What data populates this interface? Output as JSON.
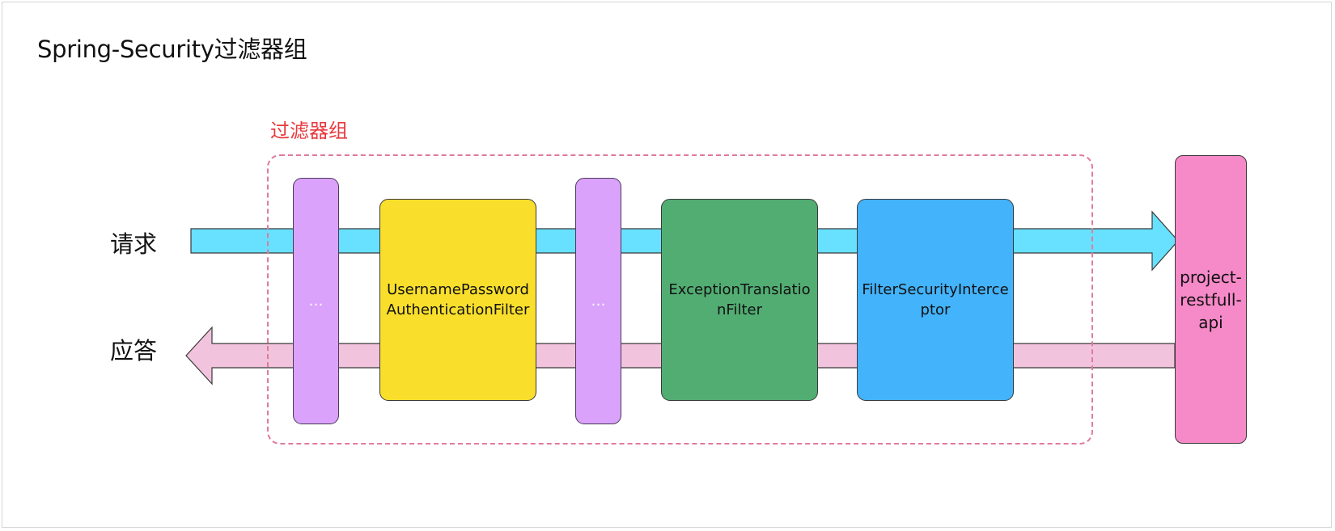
{
  "title": "Spring-Security过滤器组",
  "group": {
    "label": "过滤器组"
  },
  "flows": {
    "request_label": "请求",
    "response_label": "应答"
  },
  "filters": [
    {
      "label": "…"
    },
    {
      "label": "UsernamePasswordAuthenticationFilter"
    },
    {
      "label": "…"
    },
    {
      "label": "ExceptionTranslationFilter"
    },
    {
      "label": "FilterSecurityInterceptor"
    }
  ],
  "app": {
    "label": "project-restfull-api"
  },
  "colors": {
    "request_arrow": "#67e1ff",
    "response_arrow": "#f2c3dc",
    "group_border": "#e07b9b",
    "group_label": "#e8383d",
    "ellipsis_filter": "#daa2fb",
    "username_filter": "#f9df2c",
    "exception_filter": "#52ad73",
    "security_filter": "#43b3fb",
    "app": "#f689c8"
  }
}
